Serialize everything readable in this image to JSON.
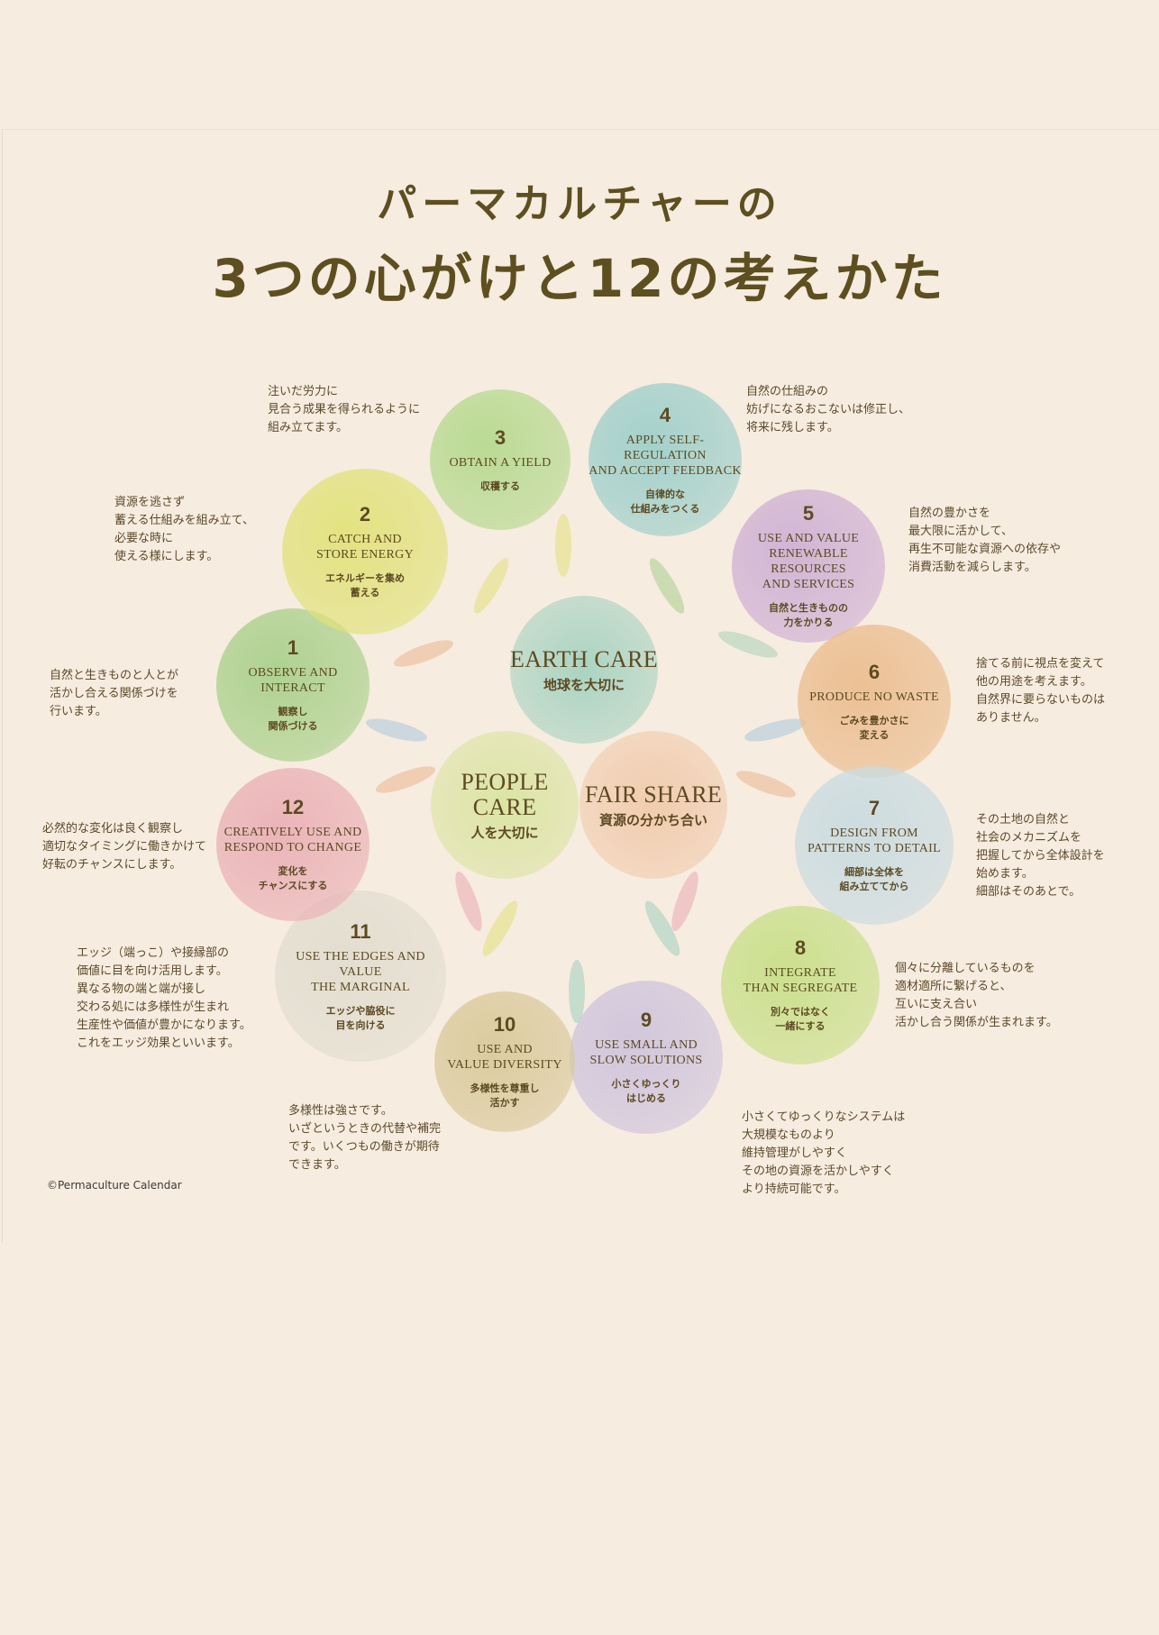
{
  "title": {
    "line1": "パーマカルチャーの",
    "line2": "3つの心がけと12の考えかた"
  },
  "ethics": [
    {
      "id": "earth",
      "en": "Earth Care",
      "ja": "地球を大切に",
      "color": "#9fd0bd"
    },
    {
      "id": "people",
      "en": "People Care",
      "ja": "人を大切に",
      "color": "#d7e39a"
    },
    {
      "id": "fair",
      "en": "Fair Share",
      "ja": "資源の分かち合い",
      "color": "#f0c7a6"
    }
  ],
  "principles": [
    {
      "num": "1",
      "en": "Observe and\nInteract",
      "ja": "観察し\n関係づける",
      "desc": "自然と生きものと人とが\n活かし合える関係づけを\n行います。",
      "color": "#a9d08a"
    },
    {
      "num": "2",
      "en": "Catch and\nStore Energy",
      "ja": "エネルギーを集め\n蓄える",
      "desc": "資源を逃さず\n蓄える仕組みを組み立て、\n必要な時に\n使える様にします。",
      "color": "#e1e27a"
    },
    {
      "num": "3",
      "en": "Obtain a yield",
      "ja": "収穫する",
      "desc": "注いだ労力に\n見合う成果を得られるように\n組み立てます。",
      "color": "#b6d98e"
    },
    {
      "num": "4",
      "en": "Apply Self-Regulation\nand Accept Feedback",
      "ja": "自律的な\n仕組みをつくる",
      "desc": "自然の仕組みの\n妨げになるおこないは修正し、\n将来に残します。",
      "color": "#9ecfca"
    },
    {
      "num": "5",
      "en": "Use and Value\nRenewable Resources\nand Services",
      "ja": "自然と生きものの\n力をかりる",
      "desc": "自然の豊かさを\n最大限に活かして、\n再生不可能な資源への依存や\n消費活動を減らします。",
      "color": "#cfb0d4"
    },
    {
      "num": "6",
      "en": "Produce No Waste",
      "ja": "ごみを豊かさに\n変える",
      "desc": "捨てる前に視点を変えて\n他の用途を考えます。\n自然界に要らないものは\nありません。",
      "color": "#ebbd8e"
    },
    {
      "num": "7",
      "en": "Design From\nPatterns to Detail",
      "ja": "細部は全体を\n組み立ててから",
      "desc": "その土地の自然と\n社会のメカニズムを\n把握してから全体設計を\n始めます。\n細部はそのあとで。",
      "color": "#c9dbe0"
    },
    {
      "num": "8",
      "en": "Integrate\nThan Segregate",
      "ja": "別々ではなく\n一緒にする",
      "desc": "個々に分離しているものを\n適材適所に繋げると、\n互いに支え合い\n活かし合う関係が生まれます。",
      "color": "#c8df88"
    },
    {
      "num": "9",
      "en": "Use Small and\nSlow Solutions",
      "ja": "小さくゆっくり\nはじめる",
      "desc": "小さくてゆっくりなシステムは\n大規模なものより\n維持管理がしやすく\nその地の資源を活かしやすく\nより持続可能です。",
      "color": "#cfc4dc"
    },
    {
      "num": "10",
      "en": "Use and\nValue Diversity",
      "ja": "多様性を尊重し\n活かす",
      "desc": "多様性は強さです。\nいざというときの代替や補完\nです。いくつもの働きが期待\nできます。",
      "color": "#d9c99a"
    },
    {
      "num": "11",
      "en": "Use the Edges and Value\nthe Marginal",
      "ja": "エッジや脇役に\n目を向ける",
      "desc": "エッジ（端っこ）や接縁部の\n価値に目を向け活用します。\n異なる物の端と端が接し\n交わる処には多様性が生まれ\n生産性や価値が豊かになります。\nこれをエッジ効果といいます。",
      "color": "#e2ddd0"
    },
    {
      "num": "12",
      "en": "Creatively Use and\nRespond to Change",
      "ja": "変化を\nチャンスにする",
      "desc": "必然的な変化は良く観察し\n適切なタイミングに働きかけて\n好転のチャンスにします。",
      "color": "#eab0b5"
    }
  ],
  "copyright": "©Permaculture Calendar"
}
